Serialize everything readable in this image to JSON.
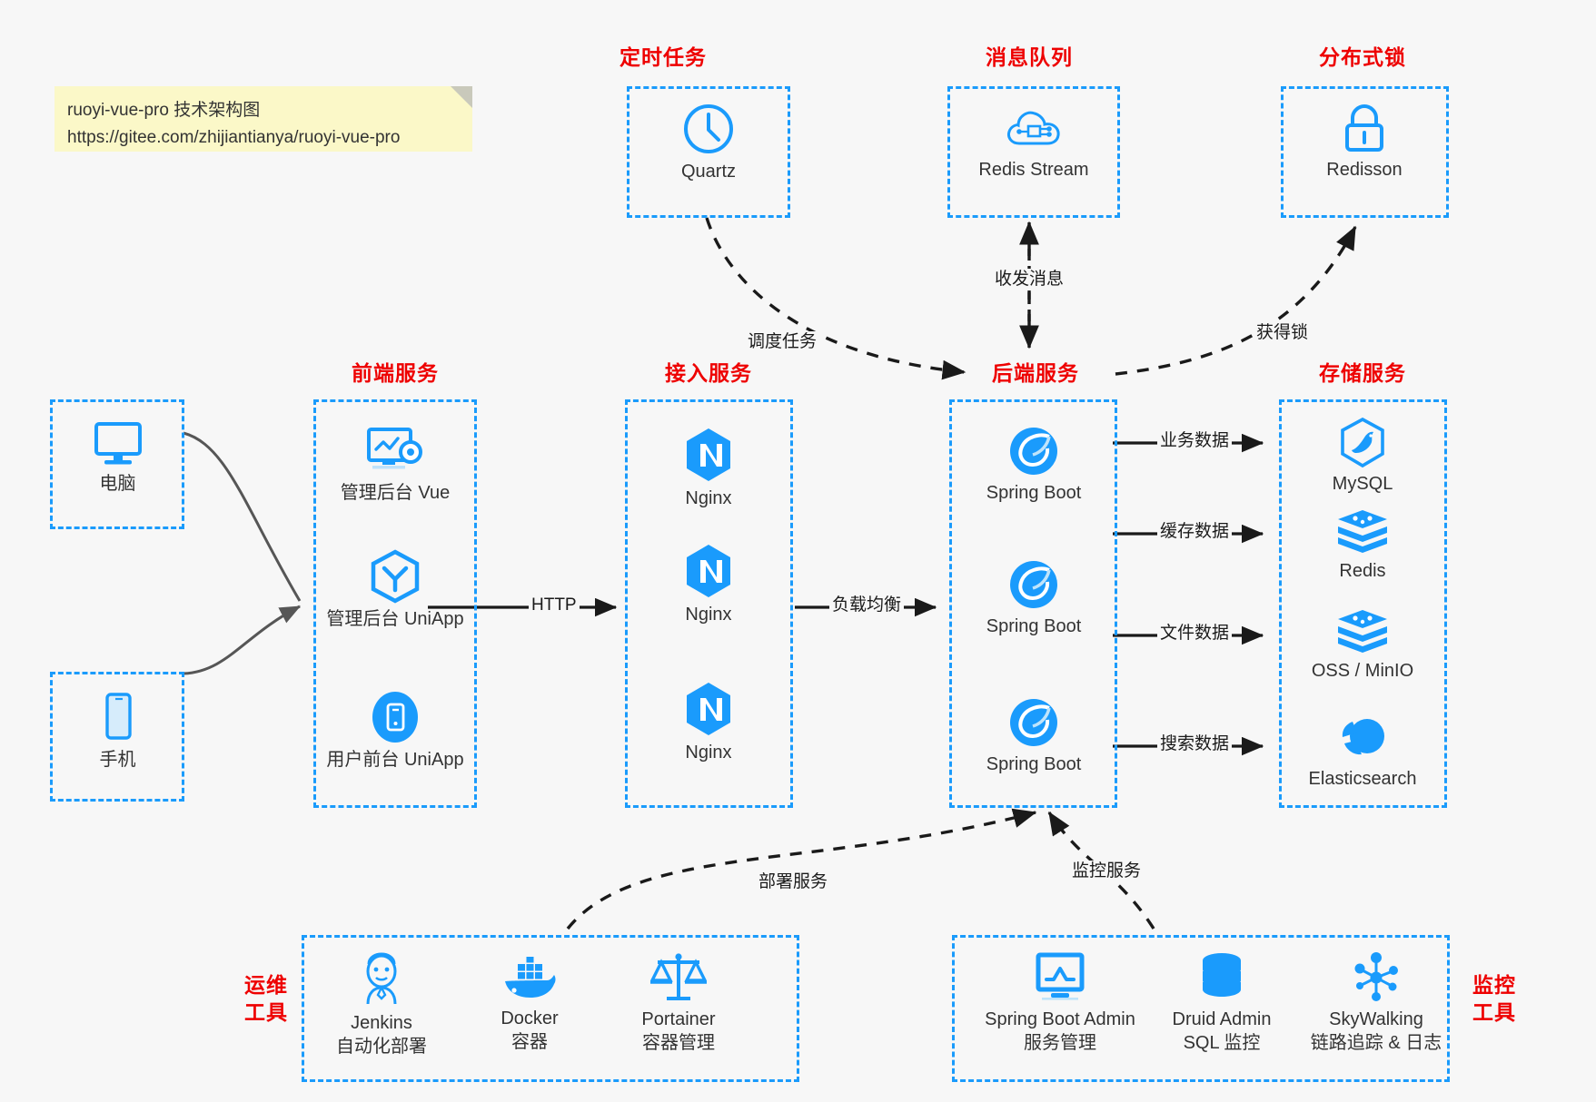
{
  "note": {
    "line1": "ruoyi-vue-pro 技术架构图",
    "line2": "https://gitee.com/zhijiantianya/ruoyi-vue-pro"
  },
  "groups": {
    "scheduled_task": {
      "title": "定时任务"
    },
    "message_queue": {
      "title": "消息队列"
    },
    "distributed_lock": {
      "title": "分布式锁"
    },
    "frontend": {
      "title": "前端服务"
    },
    "gateway": {
      "title": "接入服务"
    },
    "backend": {
      "title": "后端服务"
    },
    "storage": {
      "title": "存储服务"
    },
    "devops": {
      "title_line1": "运维",
      "title_line2": "工具"
    },
    "monitor": {
      "title_line1": "监控",
      "title_line2": "工具"
    }
  },
  "nodes": {
    "quartz": {
      "label": "Quartz",
      "icon": "clock-icon"
    },
    "redis_stream": {
      "label": "Redis Stream",
      "icon": "cloud-network-icon"
    },
    "redisson": {
      "label": "Redisson",
      "icon": "lock-icon"
    },
    "computer": {
      "label": "电脑",
      "icon": "desktop-monitor-icon"
    },
    "phone": {
      "label": "手机",
      "icon": "smartphone-icon"
    },
    "admin_vue": {
      "label": "管理后台 Vue",
      "icon": "dashboard-gear-icon"
    },
    "admin_uniapp": {
      "label": "管理后台 UniApp",
      "icon": "vue-cube-icon"
    },
    "user_uniapp": {
      "label": "用户前台 UniApp",
      "icon": "mobile-app-icon"
    },
    "nginx1": {
      "label": "Nginx",
      "icon": "nginx-icon"
    },
    "nginx2": {
      "label": "Nginx",
      "icon": "nginx-icon"
    },
    "nginx3": {
      "label": "Nginx",
      "icon": "nginx-icon"
    },
    "spring1": {
      "label": "Spring Boot",
      "icon": "spring-boot-icon"
    },
    "spring2": {
      "label": "Spring Boot",
      "icon": "spring-boot-icon"
    },
    "spring3": {
      "label": "Spring Boot",
      "icon": "spring-boot-icon"
    },
    "mysql": {
      "label": "MySQL",
      "icon": "mysql-icon"
    },
    "redis": {
      "label": "Redis",
      "icon": "redis-stack-icon"
    },
    "oss": {
      "label": "OSS / MinIO",
      "icon": "redis-stack-icon"
    },
    "es": {
      "label": "Elasticsearch",
      "icon": "elasticsearch-icon"
    },
    "jenkins": {
      "label": "Jenkins",
      "sub": "自动化部署",
      "icon": "jenkins-butler-icon"
    },
    "docker": {
      "label": "Docker",
      "sub": "容器",
      "icon": "docker-whale-icon"
    },
    "portainer": {
      "label": "Portainer",
      "sub": "容器管理",
      "icon": "portainer-scales-icon"
    },
    "sba": {
      "label": "Spring Boot Admin",
      "sub": "服务管理",
      "icon": "monitor-chart-icon"
    },
    "druid": {
      "label": "Druid Admin",
      "sub": "SQL 监控",
      "icon": "database-icon"
    },
    "skywalking": {
      "label": "SkyWalking",
      "sub": "链路追踪 & 日志",
      "icon": "skywalking-node-icon"
    }
  },
  "edges": {
    "schedule_task": "调度任务",
    "send_receive": "收发消息",
    "acquire_lock": "获得锁",
    "http": "HTTP",
    "load_balance": "负载均衡",
    "business_data": "业务数据",
    "cache_data": "缓存数据",
    "file_data": "文件数据",
    "search_data": "搜索数据",
    "deploy_service": "部署服务",
    "monitor_service": "监控服务"
  },
  "colors": {
    "accent": "#1a9bfc",
    "title_red": "#ee0000",
    "background": "#f7f7f7",
    "note_bg": "#fbf8c8",
    "edge": "#1a1a1a",
    "curve_gray": "#565656"
  }
}
